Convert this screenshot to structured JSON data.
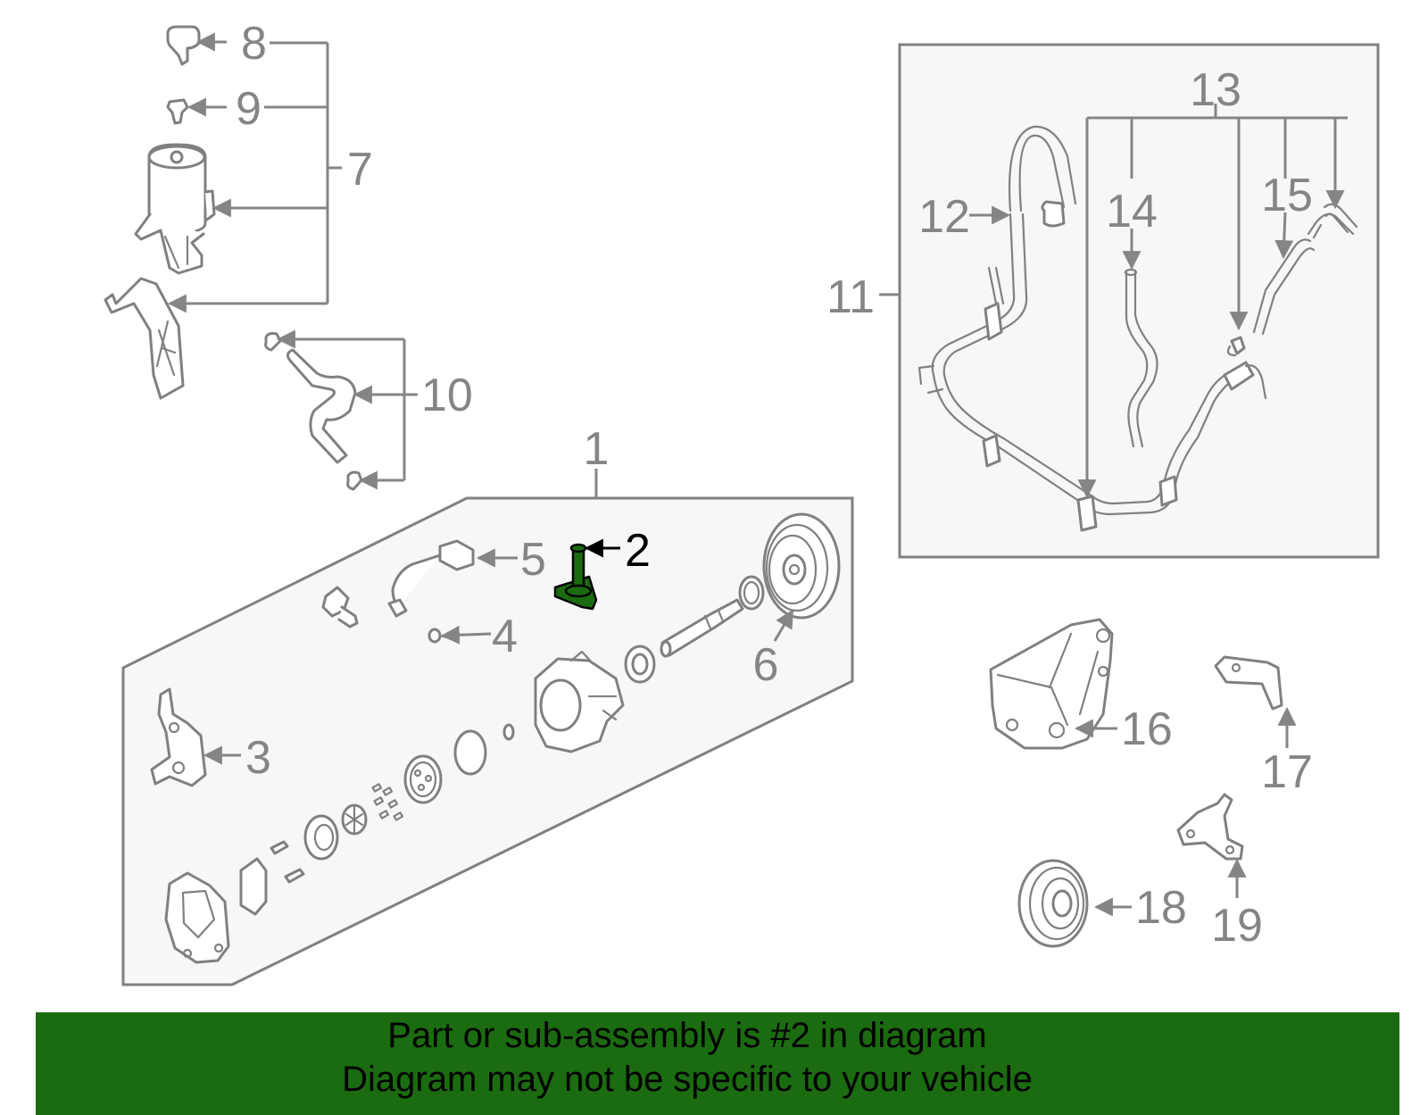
{
  "labels": {
    "l1": "1",
    "l2": "2",
    "l3": "3",
    "l4": "4",
    "l5": "5",
    "l6": "6",
    "l7": "7",
    "l8": "8",
    "l9": "9",
    "l10": "10",
    "l11": "11",
    "l12": "12",
    "l13": "13",
    "l14": "14",
    "l15": "15",
    "l16": "16",
    "l17": "17",
    "l18": "18",
    "l19": "19"
  },
  "highlight": {
    "part_number": "2",
    "color": "#1b6b10"
  },
  "banner": {
    "line1": "Part or sub-assembly is #2 in diagram",
    "line2": "Diagram may not be specific to your vehicle",
    "background": "#1b6b10"
  }
}
